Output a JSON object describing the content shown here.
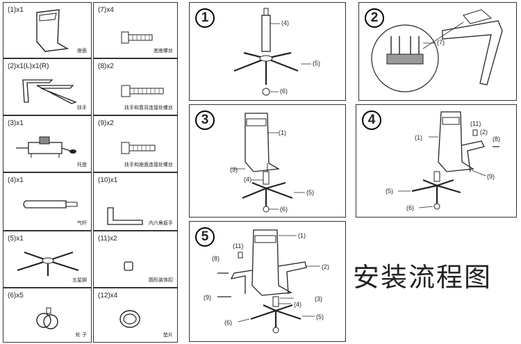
{
  "parts": [
    {
      "qty": "(1)x1",
      "name": "座面"
    },
    {
      "qty": "(7)x4",
      "name": "底座螺丝"
    },
    {
      "qty": "(2)x1(L)x1(R)",
      "name": "扶手"
    },
    {
      "qty": "(8)x2",
      "name": "扶手和靠背连接处螺丝"
    },
    {
      "qty": "(3)x1",
      "name": "托盘"
    },
    {
      "qty": "(9)x2",
      "name": "扶手和座面连接处螺丝"
    },
    {
      "qty": "(4)x1",
      "name": "气杆"
    },
    {
      "qty": "(10)x1",
      "name": "内六角扳手"
    },
    {
      "qty": "(5)x1",
      "name": "五星脚"
    },
    {
      "qty": "(11)x2",
      "name": "圆形装饰扣"
    },
    {
      "qty": "(6)x5",
      "name": "轮 子"
    },
    {
      "qty": "(12)x4",
      "name": "垫片"
    }
  ],
  "steps": [
    {
      "num": "1",
      "labels": [
        "(4)",
        "(5)",
        "(6)"
      ]
    },
    {
      "num": "2",
      "labels": [
        "(7)"
      ]
    },
    {
      "num": "3",
      "labels": [
        "(1)",
        "(3)",
        "(4)",
        "(5)",
        "(6)"
      ]
    },
    {
      "num": "4",
      "labels": [
        "(11)",
        "(2)",
        "(8)",
        "(1)",
        "(9)",
        "(5)",
        "(6)"
      ]
    },
    {
      "num": "5",
      "labels": [
        "(1)",
        "(11)",
        "(8)",
        "(2)",
        "(9)",
        "(3)",
        "(4)",
        "(6)",
        "(5)"
      ]
    }
  ],
  "title": "安装流程图"
}
